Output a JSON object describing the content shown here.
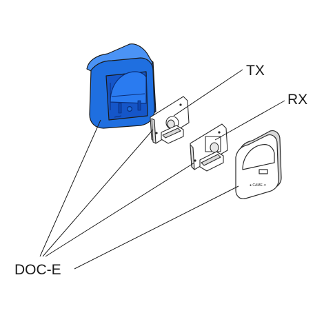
{
  "labels": {
    "tx": "TX",
    "rx": "RX",
    "doce": "DOC-E"
  },
  "colors": {
    "housing_blue": "#1f6fe0",
    "housing_blue_dark": "#0e47b3",
    "housing_blue_light": "#4b93f5",
    "outline": "#2a2a2a",
    "line": "#1a1a1a",
    "part_fill": "#ffffff",
    "shade": "#d9d9d9"
  }
}
